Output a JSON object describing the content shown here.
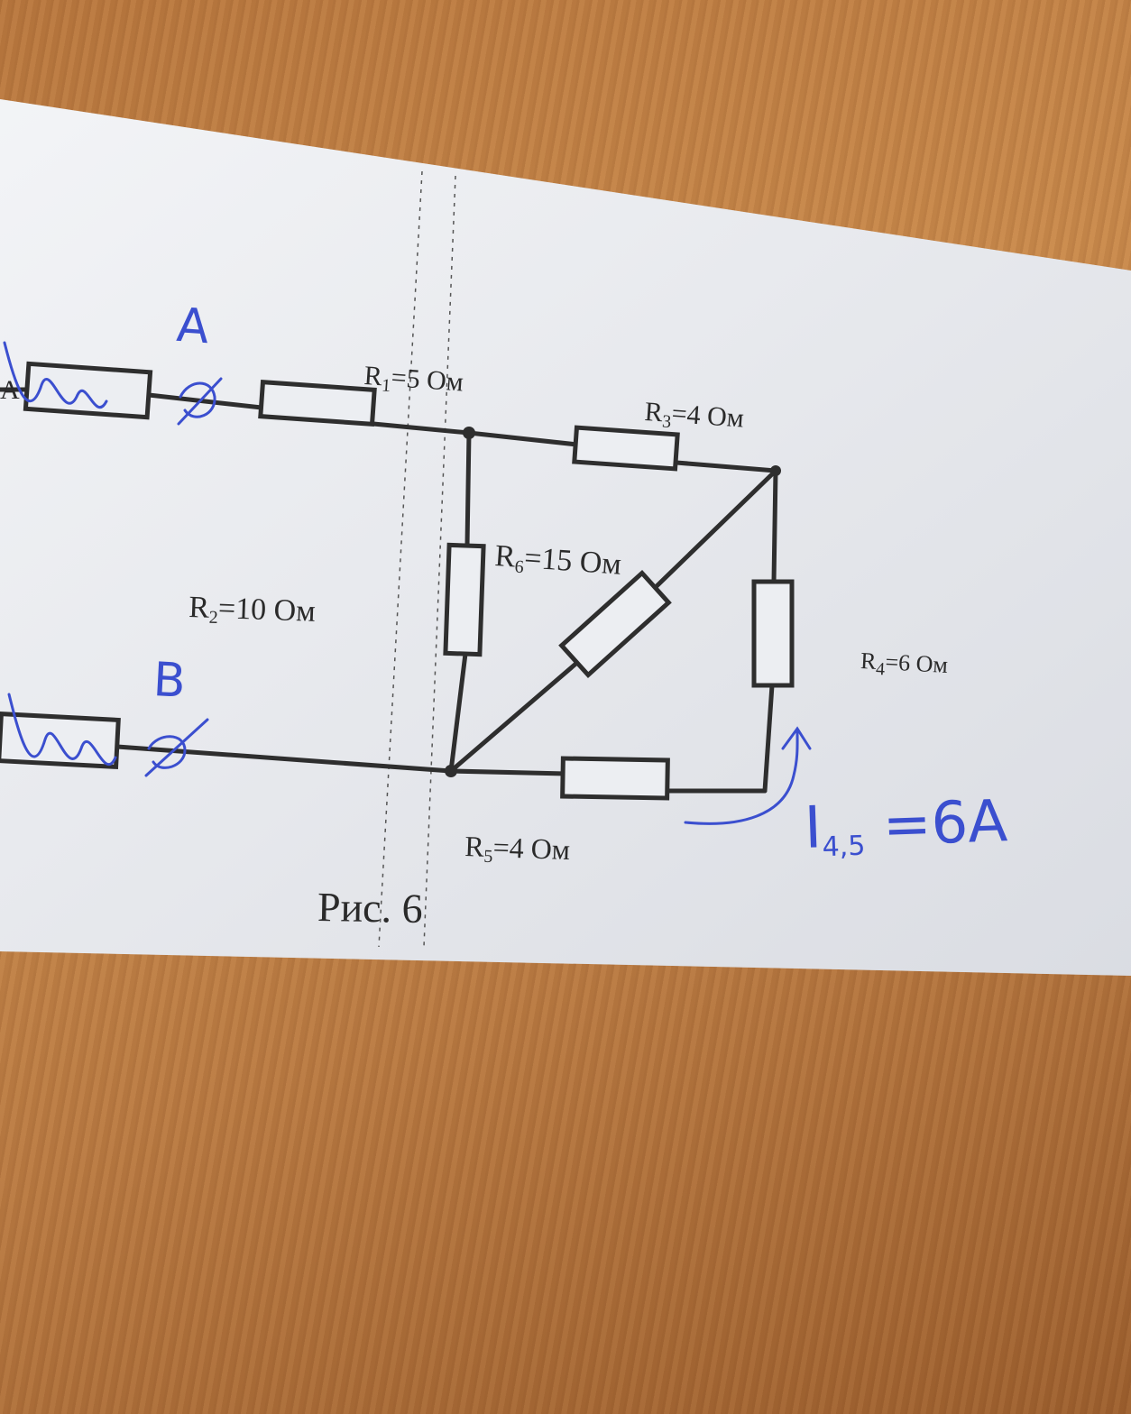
{
  "circuit": {
    "terminals": {
      "a_letter": "A",
      "b_letter": "B",
      "a_edge_letter": "A"
    },
    "resistors": {
      "r1": {
        "sym": "R",
        "sub": "1",
        "value": "=5 Ом"
      },
      "r2": {
        "sym": "R",
        "sub": "2",
        "value": "=10 Ом"
      },
      "r3": {
        "sym": "R",
        "sub": "3",
        "value": "=4 Ом"
      },
      "r4": {
        "sym": "R",
        "sub": "4",
        "value": "=6 Ом"
      },
      "r5": {
        "sym": "R",
        "sub": "5",
        "value": "=4 Ом"
      },
      "r6": {
        "sym": "R",
        "sub": "6",
        "value": "=15 Ом"
      }
    },
    "caption": "Рис. 6",
    "handwritten": {
      "current_symbol": "I",
      "current_sub": "4,5",
      "current_value": " =6A"
    }
  },
  "colors": {
    "ink_blue": "#3b4fcf",
    "print_dark": "#2a2a2a",
    "paper": "#eceef2",
    "wood": "#c0813f"
  }
}
